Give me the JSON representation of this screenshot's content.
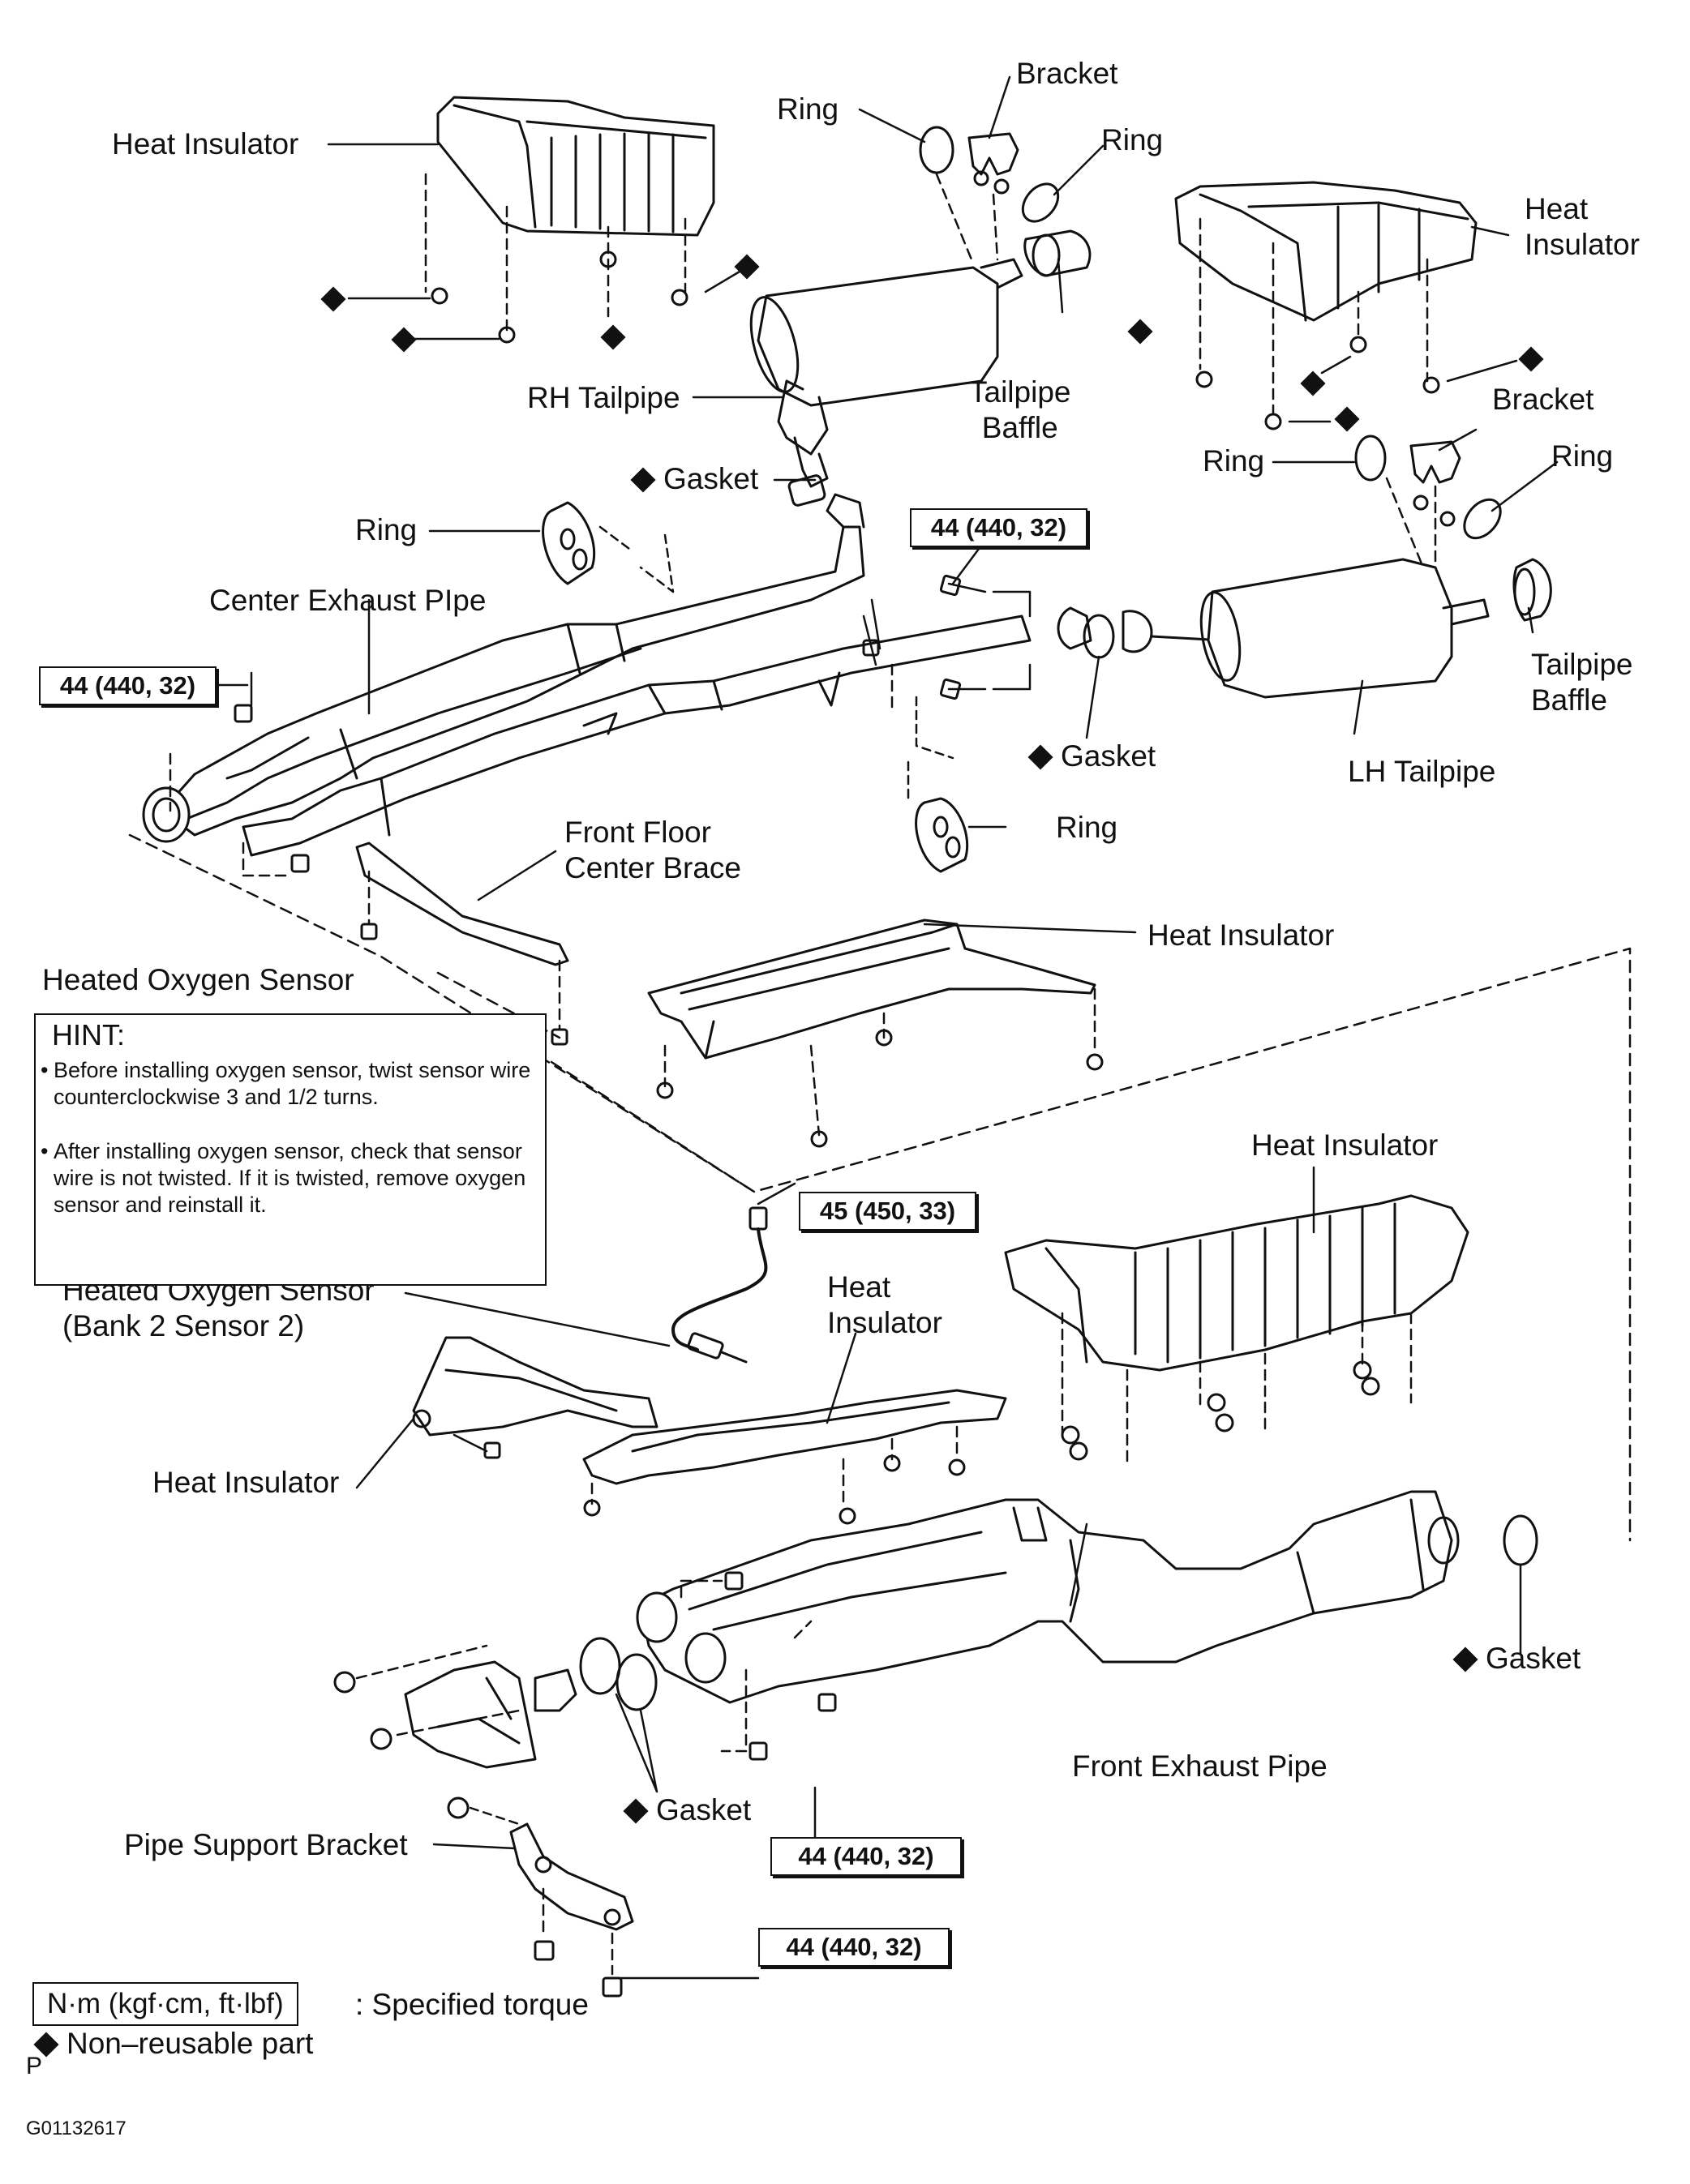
{
  "diagram": {
    "labels": {
      "heat_insulator_top_left": "Heat Insulator",
      "ring_top": "Ring",
      "bracket_top": "Bracket",
      "ring_top_right": "Ring",
      "heat_insulator_top_right": "Heat\nInsulator",
      "rh_tailpipe": "RH Tailpipe",
      "tailpipe_baffle_top": "Tailpipe\nBaffle",
      "bracket_right": "Bracket",
      "ring_right_a": "Ring",
      "ring_right_b": "Ring",
      "gasket_center": "Gasket",
      "ring_left": "Ring",
      "center_exhaust_pipe": "Center Exhaust PIpe",
      "tailpipe_baffle_right": "Tailpipe\nBaffle",
      "gasket_right": "Gasket",
      "lh_tailpipe": "LH Tailpipe",
      "ring_lower": "Ring",
      "front_floor_center_brace": "Front Floor\nCenter Brace",
      "heat_insulator_middle": "Heat Insulator",
      "heated_oxygen_sensor": "Heated Oxygen Sensor",
      "heat_insulator_lower_right": "Heat Insulator",
      "heated_oxygen_sensor_bank2": "Heated Oxygen Sensor\n(Bank 2 Sensor 2)",
      "heat_insulator_lower_mid": "Heat\nInsulator",
      "heat_insulator_lower_left": "Heat Insulator",
      "gasket_far_right": "Gasket",
      "front_exhaust_pipe": "Front Exhaust Pipe",
      "gasket_bottom": "Gasket",
      "pipe_support_bracket": "Pipe Support Bracket"
    },
    "torque_specs": {
      "t1": "44 (440, 32)",
      "t2": "44 (440, 32)",
      "t3": "45 (450, 33)",
      "t4": "44 (440, 32)",
      "t5": "44 (440, 32)"
    },
    "hint": {
      "title": "HINT:",
      "item1": "Before installing oxygen sensor, twist sensor wire counterclockwise 3 and 1/2 turns.",
      "item2": "After installing oxygen sensor, check that sensor wire is not twisted. If it is twisted, remove oxygen sensor and reinstall it."
    },
    "legend": {
      "torque_unit": "N·m (kgf·cm, ft·lbf)",
      "torque_desc": ": Specified torque",
      "nonreusable": "Non–reusable part",
      "p_mark": "P"
    },
    "figure_code": "G01132617"
  },
  "colors": {
    "line": "#111111",
    "background": "#ffffff"
  }
}
